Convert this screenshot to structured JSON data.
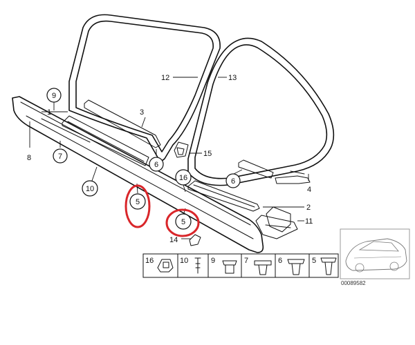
{
  "labels": {
    "l1": "1",
    "l2": "2",
    "l3": "3",
    "l4": "4",
    "l8": "8",
    "l11": "11",
    "l12": "12",
    "l13": "13",
    "l14": "14",
    "l15": "15"
  },
  "circles": {
    "c9": "9",
    "c7": "7",
    "c10": "10",
    "c6a": "6",
    "c6b": "6",
    "c16": "16",
    "c5a": "5",
    "c5b": "5"
  },
  "legend": {
    "items": [
      "16",
      "10",
      "9",
      "7",
      "6",
      "5"
    ]
  },
  "reference_code": "00089582",
  "colors": {
    "highlight": "#d9262a",
    "line": "#111111"
  }
}
